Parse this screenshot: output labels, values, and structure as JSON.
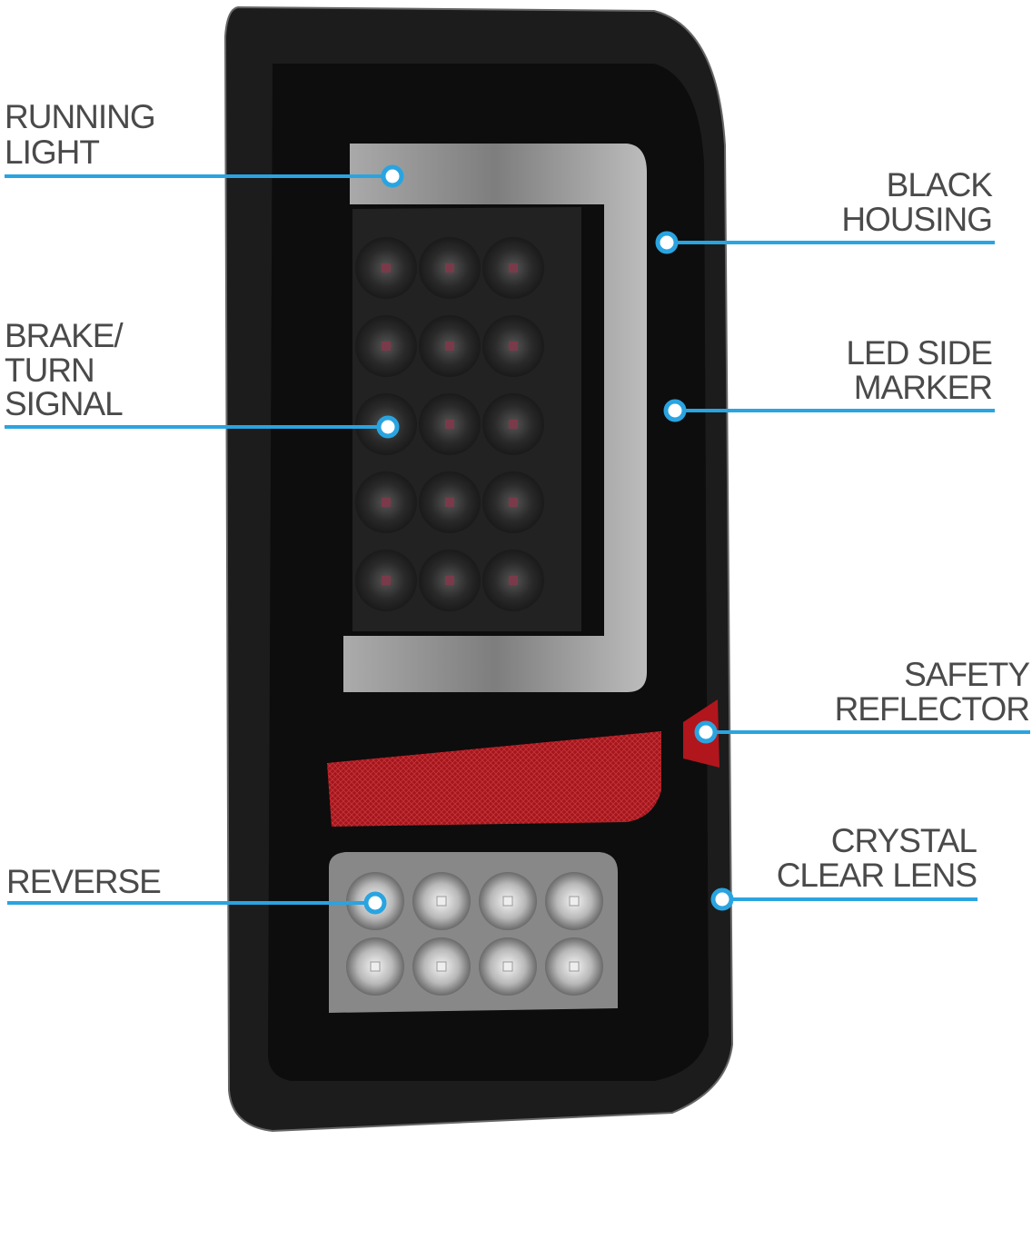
{
  "colors": {
    "callout_line": "#2aa4e0",
    "label_text": "#4a4a4a",
    "housing": "#0d0d0d",
    "reflector": "#a3161c"
  },
  "callouts": {
    "running_light": [
      "RUNNING",
      "LIGHT"
    ],
    "brake_turn": [
      "BRAKE/",
      "TURN",
      "SIGNAL"
    ],
    "reverse": [
      "REVERSE"
    ],
    "black_housing": [
      "BLACK",
      "HOUSING"
    ],
    "led_side_marker": [
      "LED SIDE",
      "MARKER"
    ],
    "safety_reflector": [
      "SAFETY",
      "REFLECTOR"
    ],
    "crystal_clear_lens": [
      "CRYSTAL",
      "CLEAR LENS"
    ]
  }
}
